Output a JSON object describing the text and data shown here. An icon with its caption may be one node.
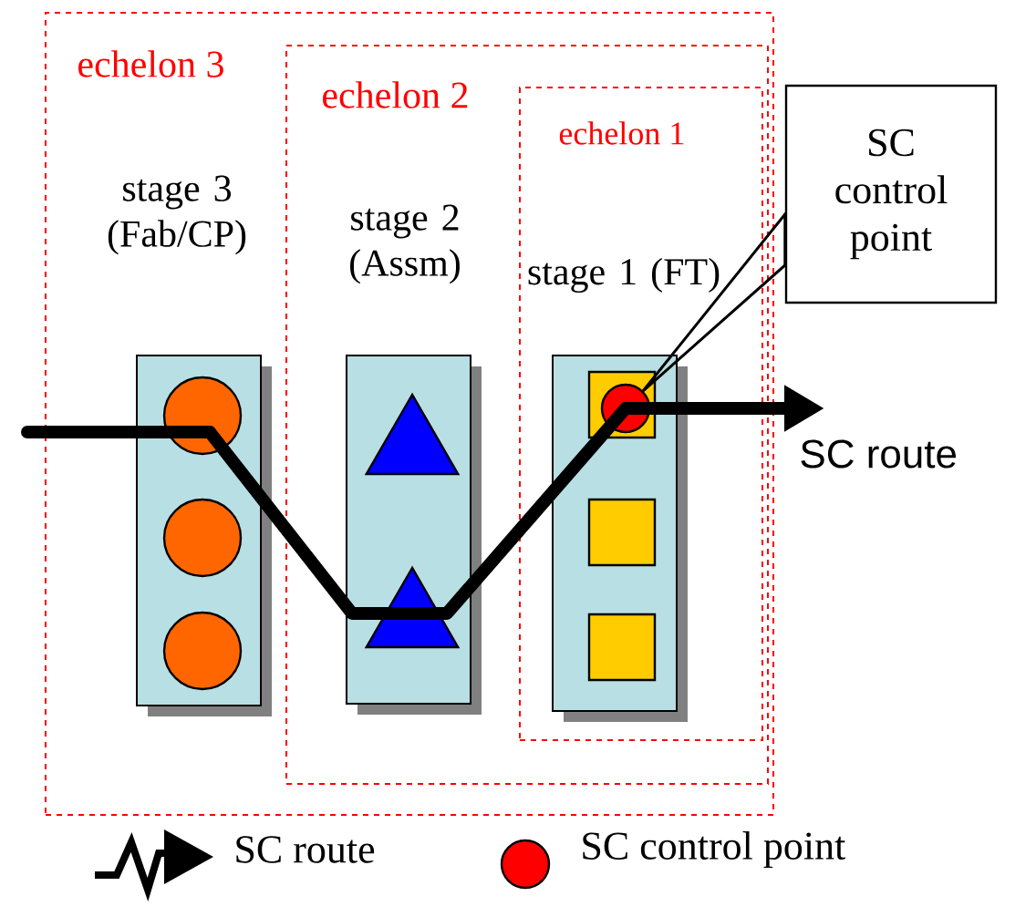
{
  "diagram": {
    "nodes": [
      {
        "text": [
          "echelon 3"
        ]
      },
      {
        "text": [
          "echelon 2"
        ],
        "in": 0
      },
      {
        "text": [
          "echelon 1"
        ],
        "in": 1
      },
      {
        "text": [
          "stage 3 (Fab/CP)"
        ],
        "in": 0
      },
      {
        "text": [],
        "shape": "circle",
        "in": 3
      },
      {
        "text": [],
        "shape": "circle",
        "in": 3
      },
      {
        "text": [],
        "shape": "circle",
        "in": 3
      },
      {
        "text": [
          "stage 2 (Assm)"
        ],
        "in": 1
      },
      {
        "text": [],
        "shape": "triangle",
        "in": 7
      },
      {
        "text": [],
        "shape": "triangle",
        "in": 7
      },
      {
        "text": [
          "stage 1 (FT)"
        ],
        "in": 2
      },
      {
        "text": [],
        "shape": "box",
        "in": 10
      },
      {
        "text": [],
        "shape": "circle",
        "in": 11
      },
      {
        "text": [],
        "shape": "box",
        "in": 10
      },
      {
        "text": [],
        "shape": "box",
        "in": 10
      },
      {
        "text": [
          "SC control point"
        ]
      }
    ],
    "edges": [
      {
        "from": null,
        "to": 4,
        "arrow": "none"
      },
      {
        "from": 4,
        "to": 9,
        "arrow": "none"
      },
      {
        "from": 9,
        "to": 12,
        "arrow": "none"
      },
      {
        "from": 12,
        "to": null,
        "arrow": "to"
      },
      {
        "from": 15,
        "to": 12,
        "arrow": "none"
      }
    ],
    "labels": [
      "SC route"
    ],
    "legend": [
      {
        "text": "SC route"
      },
      {
        "text": "SC control point",
        "color": "#ff0000"
      }
    ]
  }
}
